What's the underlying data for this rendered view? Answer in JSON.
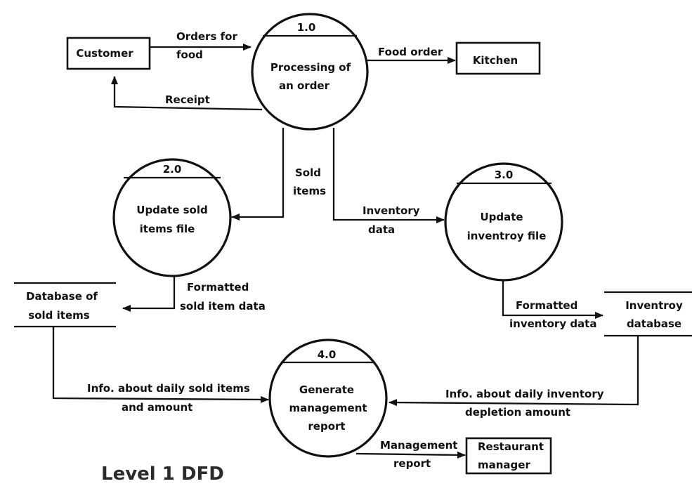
{
  "title": "Level 1 DFD",
  "entities": {
    "customer": "Customer",
    "kitchen": "Kitchen",
    "manager": [
      "Restaurant",
      "manager"
    ]
  },
  "processes": {
    "p1": {
      "number": "1.0",
      "label": [
        "Processing of",
        "an order"
      ]
    },
    "p2": {
      "number": "2.0",
      "label": [
        "Update sold",
        "items file"
      ]
    },
    "p3": {
      "number": "3.0",
      "label": [
        "Update",
        "inventroy file"
      ]
    },
    "p4": {
      "number": "4.0",
      "label": [
        "Generate",
        "management",
        "report"
      ]
    }
  },
  "stores": {
    "sold": [
      "Database of",
      "sold items"
    ],
    "inventory": [
      "Inventroy",
      "database"
    ]
  },
  "flows": {
    "orders": [
      "Orders for",
      "food"
    ],
    "receipt": "Receipt",
    "food_order": "Food order",
    "sold_items": [
      "Sold",
      "items"
    ],
    "inventory_data": [
      "Inventory",
      "data"
    ],
    "formatted_sold": [
      "Formatted",
      "sold item data"
    ],
    "formatted_inventory": [
      "Formatted",
      "inventory data"
    ],
    "info_sold": [
      "Info. about daily sold items",
      "and amount"
    ],
    "info_inventory": [
      "Info. about daily inventory",
      "depletion amount"
    ],
    "mgmt_report": [
      "Management",
      "report"
    ]
  }
}
